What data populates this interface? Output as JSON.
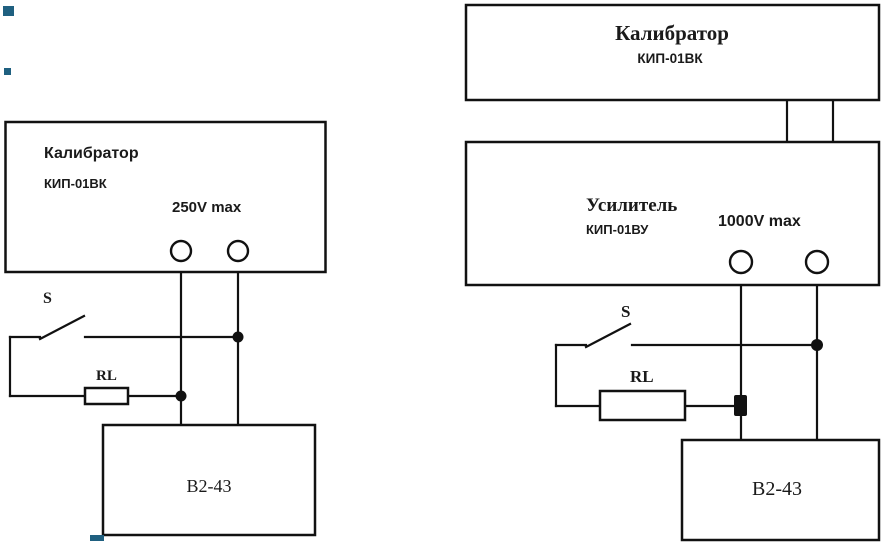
{
  "colors": {
    "line": "#111111",
    "text": "#1a1a1a",
    "artifact": "#1f6080",
    "background": "#ffffff"
  },
  "left_diagram": {
    "calibrator_title": "Калибратор",
    "calibrator_model": "КИП-01ВК",
    "voltage_rating": "250V max",
    "switch_label": "S",
    "resistor_label": "RL",
    "voltmeter_label": "В2-43"
  },
  "right_diagram": {
    "calibrator_title": "Калибратор",
    "calibrator_model": "КИП-01ВК",
    "amplifier_title": "Усилитель",
    "amplifier_model": "КИП-01ВУ",
    "voltage_rating": "1000V max",
    "switch_label": "S",
    "resistor_label": "RL",
    "voltmeter_label": "В2-43"
  }
}
